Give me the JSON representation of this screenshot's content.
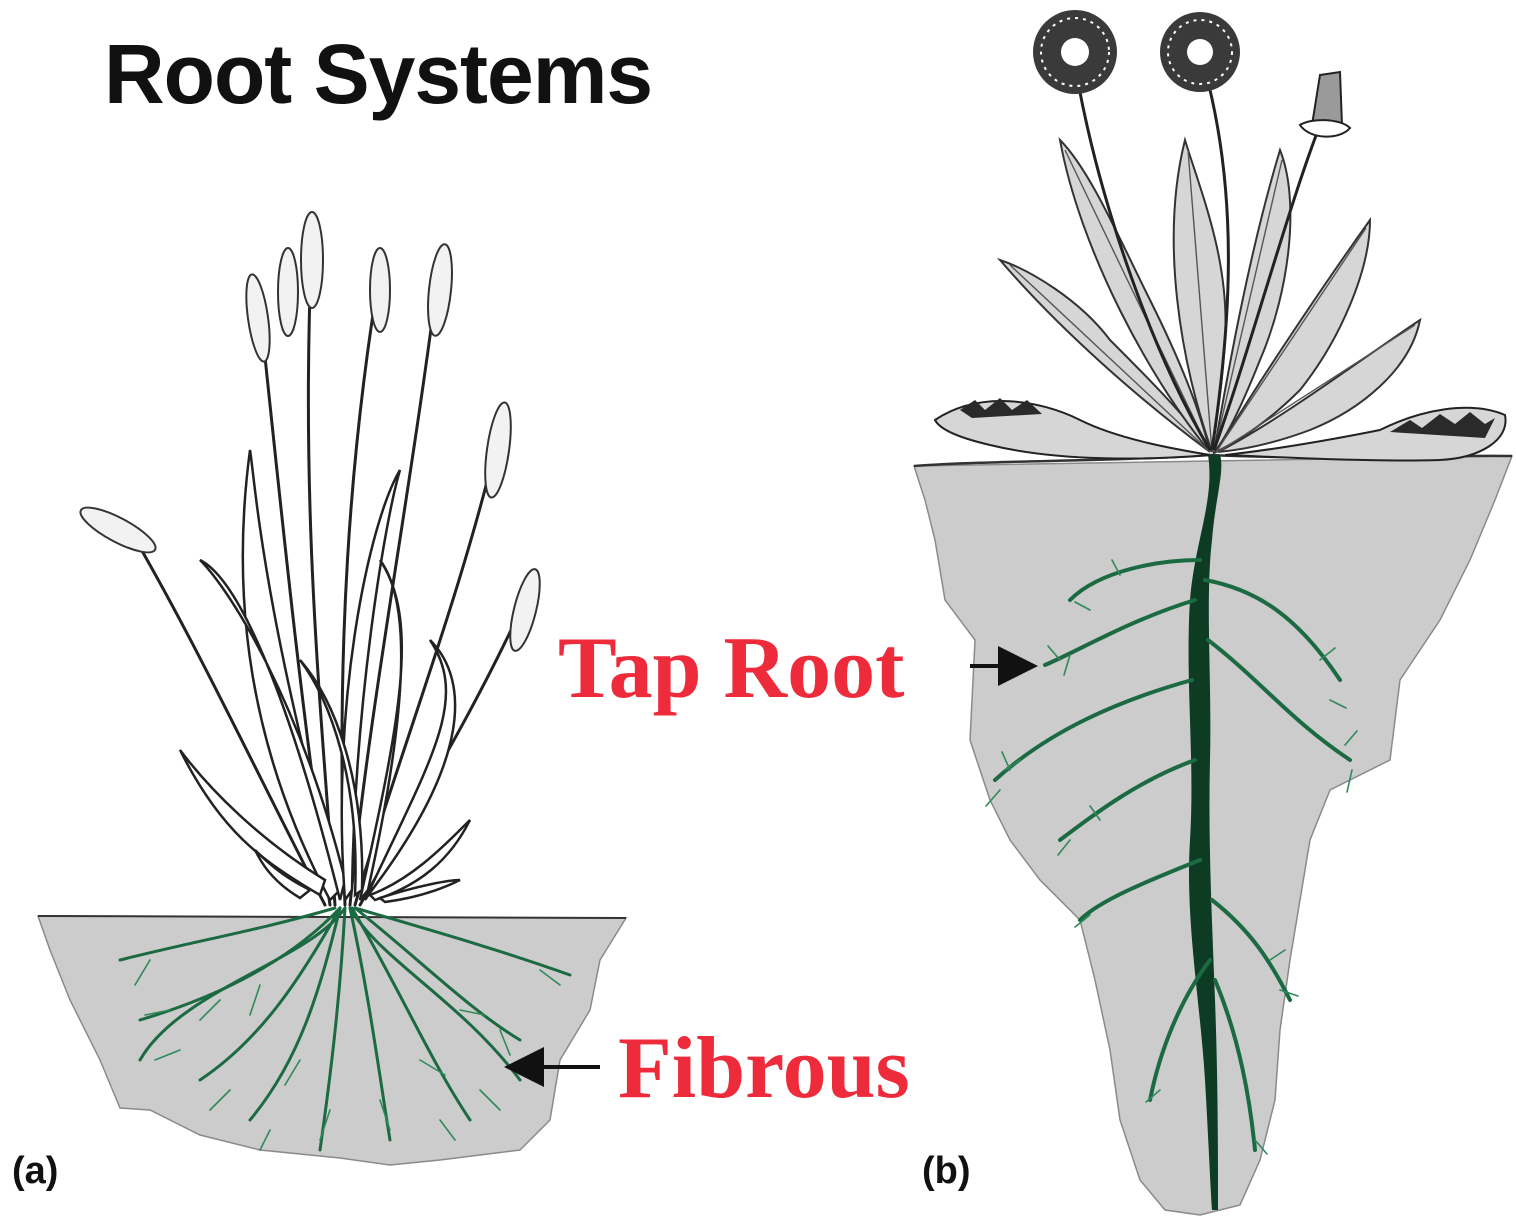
{
  "title": "Root Systems",
  "panels": [
    {
      "letter": "(a)",
      "plant": "grass",
      "root_type": "fibrous"
    },
    {
      "letter": "(b)",
      "plant": "dandelion",
      "root_type": "tap"
    }
  ],
  "labels": {
    "fibrous": "Fibrous",
    "tap_root": "Tap Root"
  },
  "colors": {
    "label": "#ee2b3b",
    "root": "#1b6a42",
    "taproot": "#0e3b24",
    "soil": "#cccccc",
    "leaf": "#d6d6d6",
    "outline": "#2a2a2a"
  }
}
